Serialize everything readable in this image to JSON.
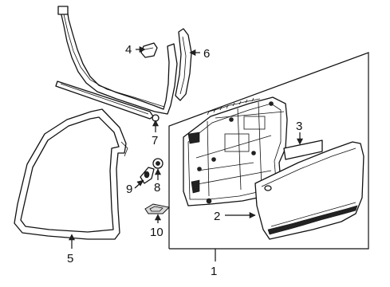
{
  "callouts": {
    "c1": "1",
    "c2": "2",
    "c3": "3",
    "c4": "4",
    "c5": "5",
    "c6": "6",
    "c7": "7",
    "c8": "8",
    "c9": "9",
    "c10": "10"
  },
  "colors": {
    "line": "#111111",
    "background": "#ffffff",
    "shade": "#d9d9d9"
  }
}
